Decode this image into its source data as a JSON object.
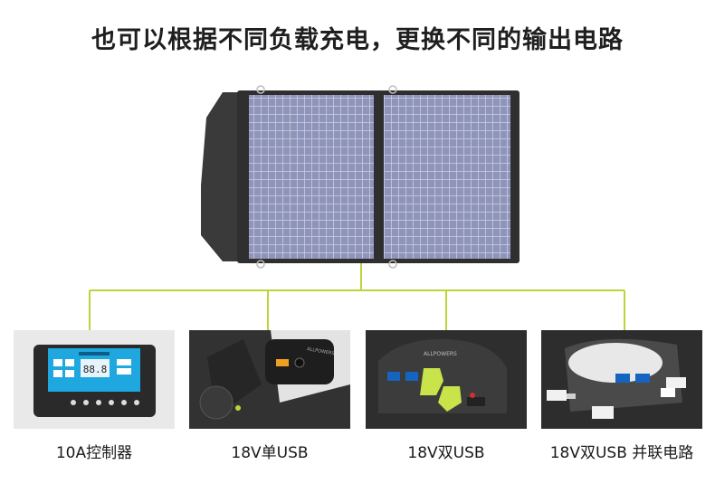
{
  "page": {
    "headline": "也可以根据不同负载充电，更换不同的输出电路"
  },
  "options": [
    {
      "label": "10A控制器",
      "icon": "solar-charge-controller-icon"
    },
    {
      "label": "18V单USB",
      "icon": "single-usb-junction-box-icon"
    },
    {
      "label": "18V双USB",
      "icon": "dual-usb-junction-box-icon"
    },
    {
      "label": "18V双USB 并联电路",
      "icon": "parallel-dual-usb-controller-icon"
    }
  ],
  "colors": {
    "connector_line": "#b8d63a",
    "panel_cells": "#8f95ba",
    "panel_frame": "#2f2f2f"
  }
}
